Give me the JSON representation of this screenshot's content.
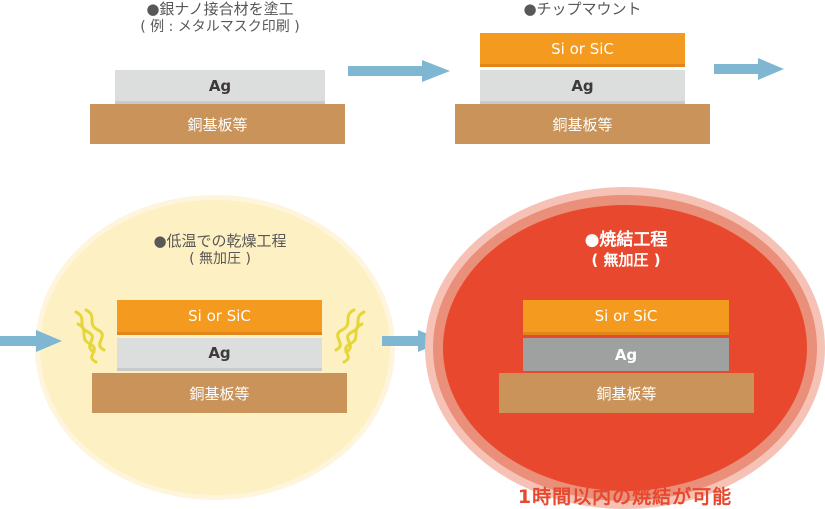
{
  "steps": {
    "step1": {
      "caption": "●銀ナノ接合材を塗工",
      "sub": "( 例 : メタルマスク印刷 )"
    },
    "step2": {
      "caption": "●チップマウント"
    },
    "step3": {
      "caption": "●低温での乾燥工程",
      "sub": "( 無加圧 )"
    },
    "step4": {
      "caption": "●焼結工程",
      "sub": "( 無加圧 )"
    }
  },
  "layers": {
    "ag": "Ag",
    "chip": "Si or SiC",
    "substrate": "銅基板等"
  },
  "footer": {
    "note": "1時間以内の焼結が可能"
  },
  "colors": {
    "arrow": "#7fb7d3",
    "silver": "#dcdddd",
    "copper": "#c9935a",
    "chip": "#f39a1f",
    "heat_accent": "#e8492e",
    "dry_glow": "#fdf0c3"
  }
}
